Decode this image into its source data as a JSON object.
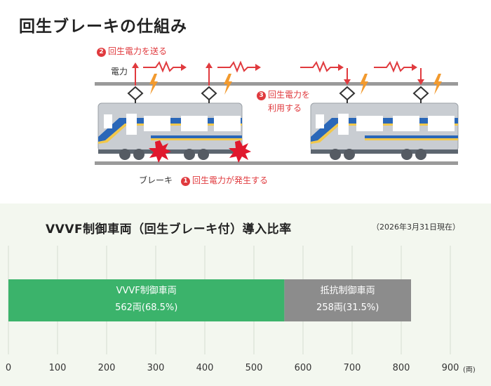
{
  "diagram": {
    "title": "回生ブレーキの仕組み",
    "step2_num": "2",
    "step2_text": "回生電力を送る",
    "power_label": "電力",
    "step3_num": "3",
    "step3_line1": "回生電力を",
    "step3_line2": "利用する",
    "brake_label": "ブレーキ",
    "step1_num": "1",
    "step1_text": "回生電力が発生する"
  },
  "chart_data": {
    "type": "bar",
    "orientation": "horizontal",
    "stacked": true,
    "title": "VVVF制御車両（回生ブレーキ付）導入比率",
    "as_of": "（2026年3月31日現在）",
    "unit": "(両)",
    "xlim": [
      0,
      900
    ],
    "xticks": [
      0,
      100,
      200,
      300,
      400,
      500,
      600,
      700,
      800,
      900
    ],
    "grid": true,
    "segments": [
      {
        "name": "VVVF制御車両",
        "value": 562,
        "label": "562両(68.5%)",
        "color": "#3bb36b"
      },
      {
        "name": "抵抗制御車両",
        "value": 258,
        "label": "258両(31.5%)",
        "color": "#8c8c8c"
      }
    ]
  }
}
